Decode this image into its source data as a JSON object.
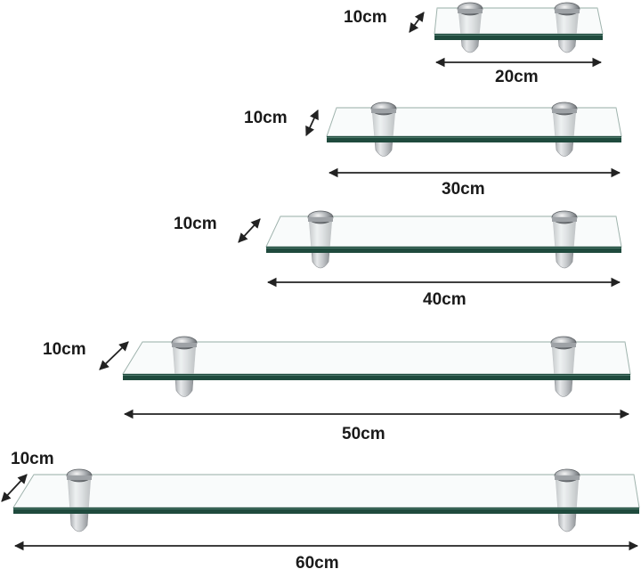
{
  "shelves": [
    {
      "depth_label": "10cm",
      "width_label": "20cm"
    },
    {
      "depth_label": "10cm",
      "width_label": "30cm"
    },
    {
      "depth_label": "10cm",
      "width_label": "40cm"
    },
    {
      "depth_label": "10cm",
      "width_label": "50cm"
    },
    {
      "depth_label": "10cm",
      "width_label": "60cm"
    }
  ],
  "colors": {
    "glass_edge": "#1f4a3d",
    "glass_top": "#dfe9e6",
    "glass_face": "#f4f8f7",
    "bracket": "#b9bcbf",
    "arrow": "#222222",
    "label": "#1a1a1a"
  }
}
